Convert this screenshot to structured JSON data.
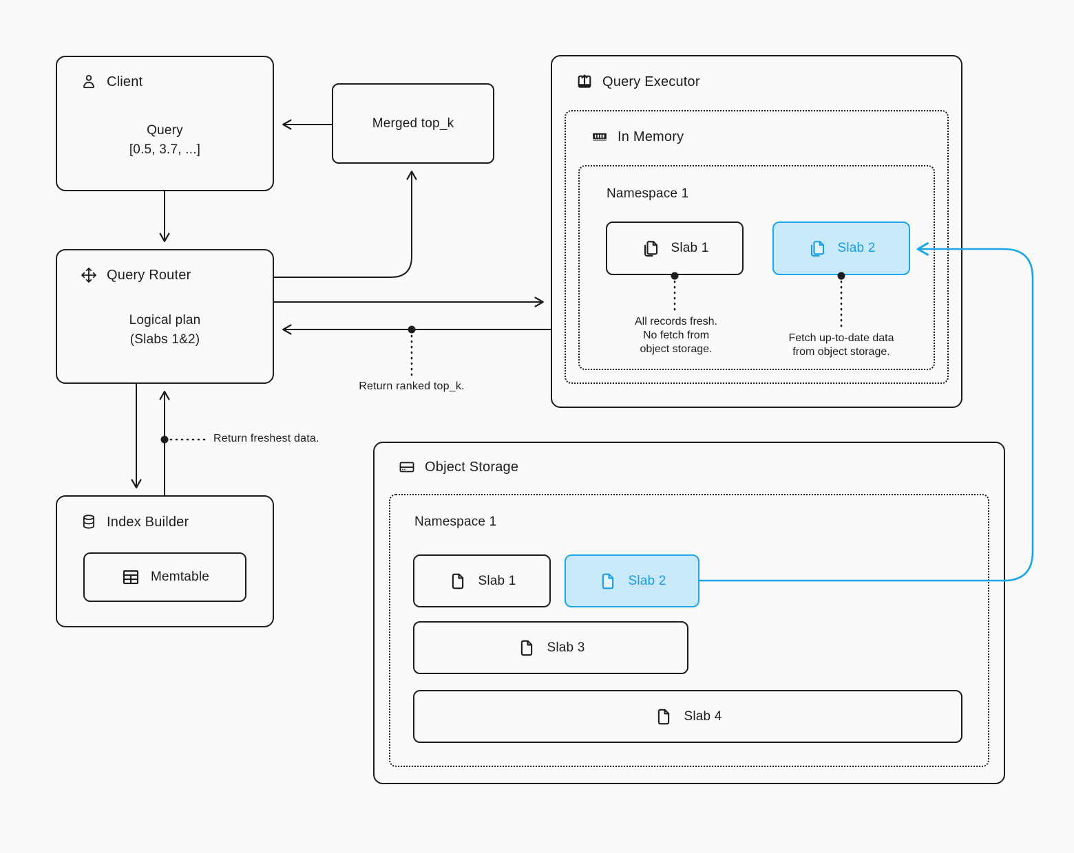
{
  "colors": {
    "background": "#fafafa",
    "ink": "#1d1d1f",
    "accent": "#1ba6e9",
    "accent_fill": "#c9e8f8"
  },
  "client": {
    "title": "Client",
    "body_line1": "Query",
    "body_line2": "[0.5, 3.7, ...]"
  },
  "merged_topk": {
    "label": "Merged top_k"
  },
  "query_router": {
    "title": "Query Router",
    "body_line1": "Logical plan",
    "body_line2": "(Slabs 1&2)"
  },
  "index_builder": {
    "title": "Index Builder",
    "memtable_label": "Memtable"
  },
  "query_executor": {
    "title": "Query Executor",
    "in_memory": {
      "title": "In Memory",
      "namespace": {
        "title": "Namespace 1",
        "slab1": {
          "label": "Slab 1",
          "note": [
            "All records fresh.",
            "No fetch from",
            "object storage."
          ]
        },
        "slab2": {
          "label": "Slab 2",
          "note": [
            "Fetch up-to-date data",
            "from object storage."
          ]
        }
      }
    }
  },
  "object_storage": {
    "title": "Object Storage",
    "namespace": {
      "title": "Namespace 1",
      "slabs": [
        "Slab 1",
        "Slab 2",
        "Slab 3",
        "Slab 4"
      ]
    }
  },
  "annotations": {
    "return_ranked": "Return ranked top_k.",
    "return_freshest": "Return freshest data."
  },
  "icons": {
    "client": "user-icon",
    "query_router": "move-arrows-icon",
    "query_executor": "tray-upload-icon",
    "in_memory": "ram-icon",
    "object_storage": "drive-icon",
    "index_builder": "database-icon",
    "memtable": "table-icon",
    "executor_slab": "copy-documents-icon",
    "storage_slab": "document-icon"
  }
}
